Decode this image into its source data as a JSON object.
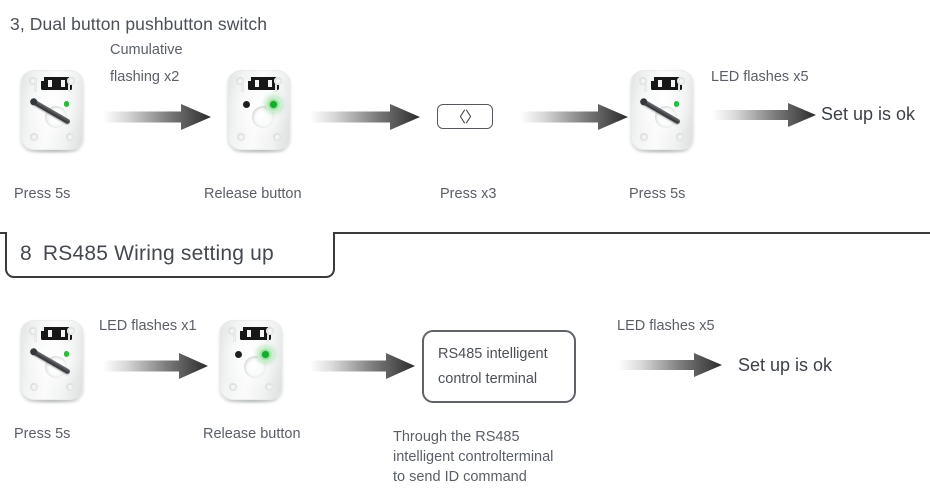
{
  "section1": {
    "title": "3, Dual button pushbutton switch",
    "steps": [
      {
        "caption": "Press 5s"
      },
      {
        "caption": "Release button"
      },
      {
        "caption": "Press x3"
      },
      {
        "caption": "Press 5s"
      }
    ],
    "arrow_labels": {
      "a1_line1": "Cumulative",
      "a1_line2": "flashing x2",
      "a3_label": "LED flashes x5"
    },
    "switch_icon_glyph": "〈〉",
    "result": "Set up is ok"
  },
  "section2_header": {
    "number": "8",
    "title": "RS485 Wiring setting up"
  },
  "section2": {
    "steps": [
      {
        "caption": "Press 5s"
      },
      {
        "caption": "Release button"
      }
    ],
    "arrow_labels": {
      "a1_label": "LED flashes x1",
      "a3_label": "LED flashes x5"
    },
    "terminal": {
      "line1": "RS485 intelligent",
      "line2": "control terminal"
    },
    "note": {
      "line1": "Through the RS485",
      "line2": "intelligent controlterminal",
      "line3": "to send ID command"
    },
    "result": "Set up is ok"
  },
  "colors": {
    "text": "#4a4f56",
    "rule": "#3a3a3a",
    "led_green": "#14ac2b",
    "arrow_dark": "#2b2b2b",
    "background": "#ffffff"
  }
}
